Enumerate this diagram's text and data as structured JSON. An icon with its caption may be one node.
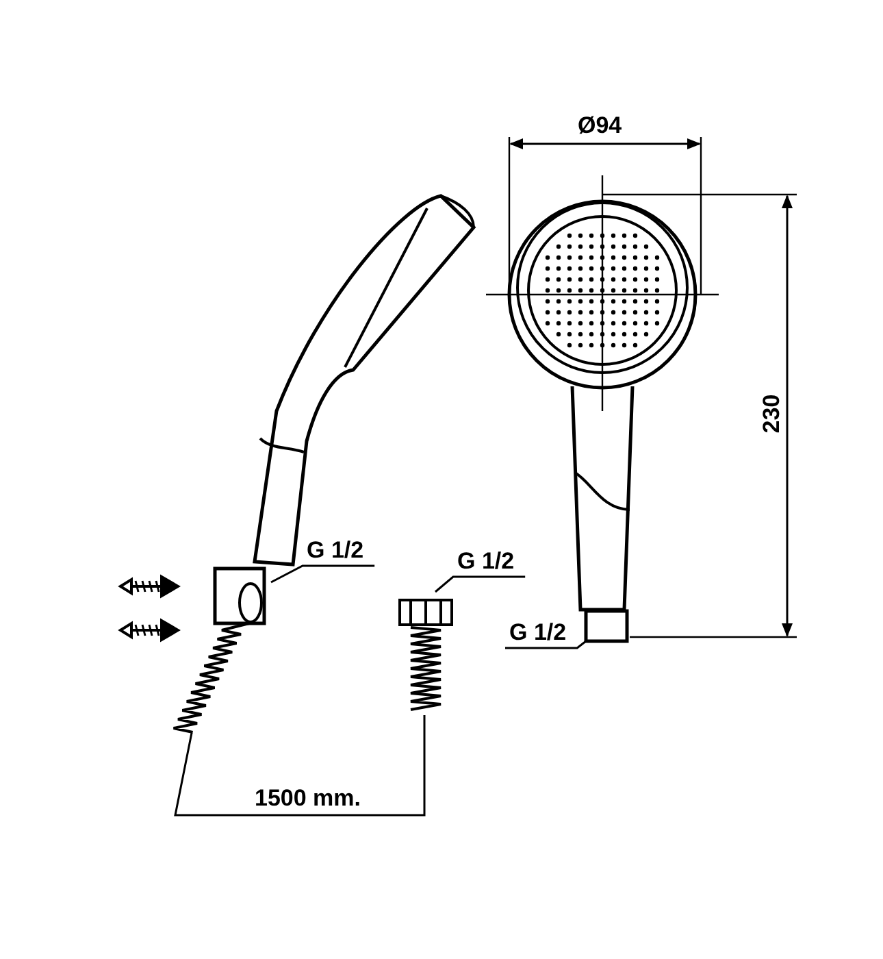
{
  "diagram": {
    "nodes": [
      {
        "text": [
          "G 1/2"
        ]
      },
      {
        "text": [
          "G 1/2"
        ]
      },
      {
        "text": [
          "G 1/2"
        ]
      },
      {
        "text": [],
        "shape": "box"
      }
    ],
    "edges": [
      {
        "from": 0,
        "to": null,
        "arrow": "none"
      },
      {
        "from": 1,
        "to": null,
        "arrow": "none"
      },
      {
        "from": 2,
        "to": 3,
        "arrow": "none"
      }
    ],
    "labels": [
      "Ø94",
      "230",
      "1500 mm."
    ]
  }
}
